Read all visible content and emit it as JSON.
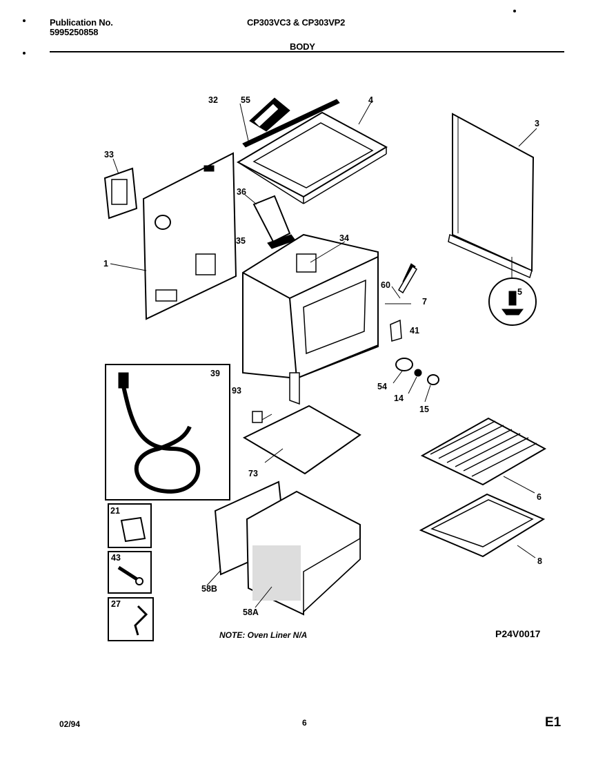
{
  "header": {
    "publication_label": "Publication No.",
    "publication_number": "5995250858",
    "models": "CP303VC3 & CP303VP2",
    "section": "BODY"
  },
  "callouts": {
    "c32": "32",
    "c55": "55",
    "c4": "4",
    "c3": "3",
    "c33": "33",
    "c36": "36",
    "c35": "35",
    "c34": "34",
    "c1": "1",
    "c60": "60",
    "c7": "7",
    "c5": "5",
    "c41": "41",
    "c39": "39",
    "c54": "54",
    "c14": "14",
    "c15": "15",
    "c93": "93",
    "c73": "73",
    "c6": "6",
    "c21": "21",
    "c43": "43",
    "c8": "8",
    "c58B": "58B",
    "c27": "27",
    "c58A": "58A"
  },
  "note": "NOTE: Oven Liner N/A",
  "diagram_code": "P24V0017",
  "footer": {
    "date": "02/94",
    "page": "6",
    "edition": "E1"
  }
}
